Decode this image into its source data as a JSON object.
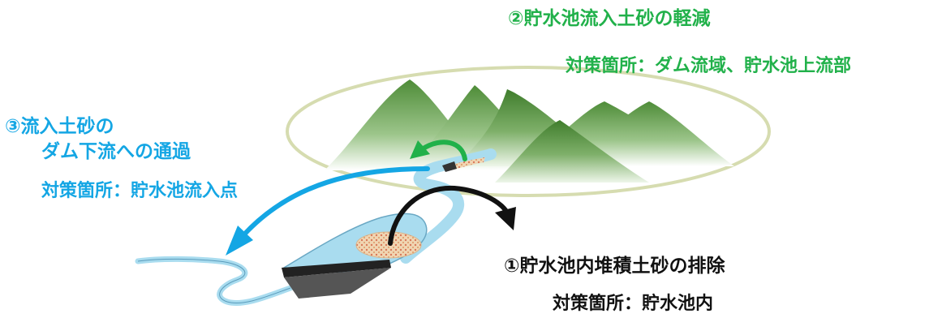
{
  "labels": {
    "sediment_reduction": {
      "title": "②貯水池流入土砂の軽減",
      "location": "対策箇所：ダム流域、貯水池上流部"
    },
    "sediment_bypass": {
      "title_line1": "③流入土砂の",
      "title_line2": "ダム下流への通過",
      "location": "対策箇所：貯水池流入点"
    },
    "sediment_removal": {
      "title": "①貯水池内堆積土砂の排除",
      "location": "対策箇所：貯水池内"
    }
  },
  "colors": {
    "reduction": "#21b14a",
    "bypass": "#14a6e4",
    "removal": "#111111",
    "mountain": "#4a8a35",
    "water": "#a9dcef",
    "dam": "#555555",
    "sediment": "#e9c9a0"
  }
}
